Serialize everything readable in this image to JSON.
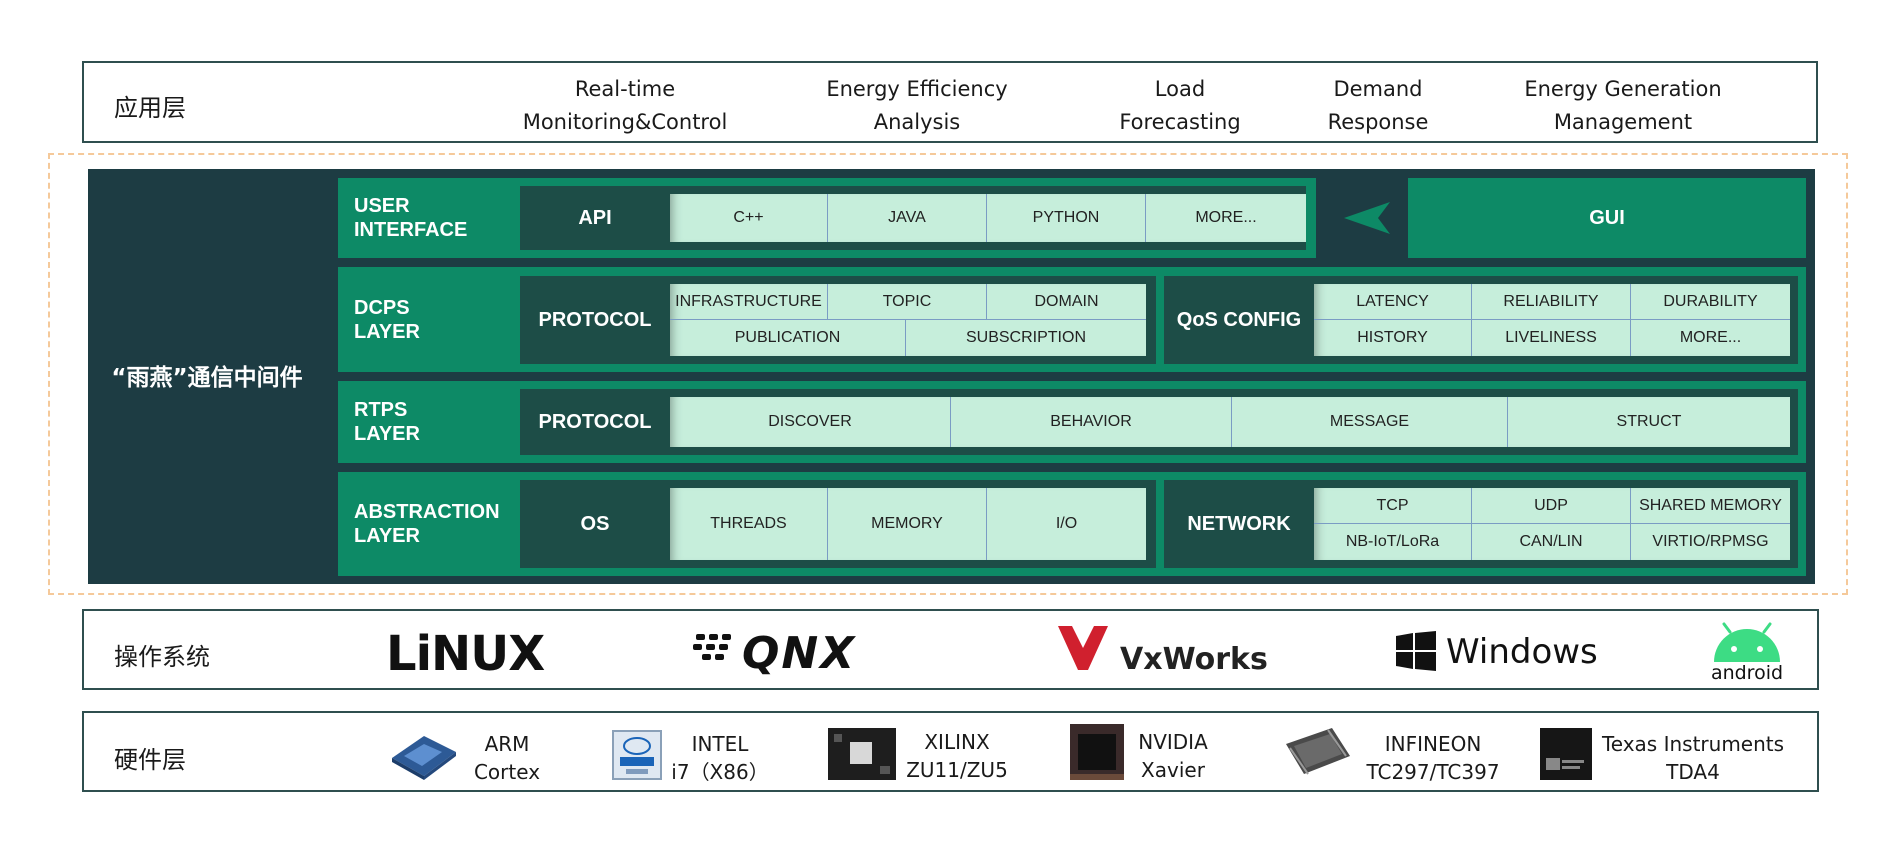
{
  "application_layer": {
    "title": "应用层",
    "items": [
      "Real-time\nMonitoring&Control",
      "Energy Efficiency\nAnalysis",
      "Load\nForecasting",
      "Demand\nResponse",
      "Energy Generation\nManagement"
    ]
  },
  "middleware": {
    "title": "“雨燕”通信中间件",
    "user_interface": {
      "label": "USER\nINTERFACE",
      "api_label": "API",
      "api_items": [
        "C++",
        "JAVA",
        "PYTHON",
        "MORE..."
      ],
      "gui_label": "GUI"
    },
    "dcps_layer": {
      "label": "DCPS\nLAYER",
      "protocol_label": "PROTOCOL",
      "protocol_row1": [
        "INFRASTRUCTURE",
        "TOPIC",
        "DOMAIN"
      ],
      "protocol_row2": [
        "PUBLICATION",
        "SUBSCRIPTION"
      ],
      "qos_label": "QoS CONFIG",
      "qos_row1": [
        "LATENCY",
        "RELIABILITY",
        "DURABILITY"
      ],
      "qos_row2": [
        "HISTORY",
        "LIVELINESS",
        "MORE..."
      ]
    },
    "rtps_layer": {
      "label": "RTPS\nLAYER",
      "protocol_label": "PROTOCOL",
      "items": [
        "DISCOVER",
        "BEHAVIOR",
        "MESSAGE",
        "STRUCT"
      ]
    },
    "abstraction_layer": {
      "label": "ABSTRACTION\nLAYER",
      "os_label": "OS",
      "os_items": [
        "THREADS",
        "MEMORY",
        "I/O"
      ],
      "network_label": "NETWORK",
      "network_row1": [
        "TCP",
        "UDP",
        "SHARED MEMORY"
      ],
      "network_row2": [
        "NB-IoT/LoRa",
        "CAN/LIN",
        "VIRTIO/RPMSG"
      ]
    }
  },
  "os_layer": {
    "title": "操作系统",
    "systems": [
      "LiNUX",
      "QNX",
      "VxWorks",
      "Windows",
      "android"
    ]
  },
  "hardware_layer": {
    "title": "硬件层",
    "items": [
      "ARM\nCortex",
      "INTEL\ni7（X86）",
      "XILINX\nZU11/ZU5",
      "NVIDIA\nXavier",
      "INFINEON\nTC297/TC397",
      "Texas Instruments\nTDA4"
    ],
    "chip_colors": [
      "#3a6fb0",
      "#4a7fc0",
      "#222222",
      "#332222",
      "#444444",
      "#1a1a1a"
    ]
  }
}
